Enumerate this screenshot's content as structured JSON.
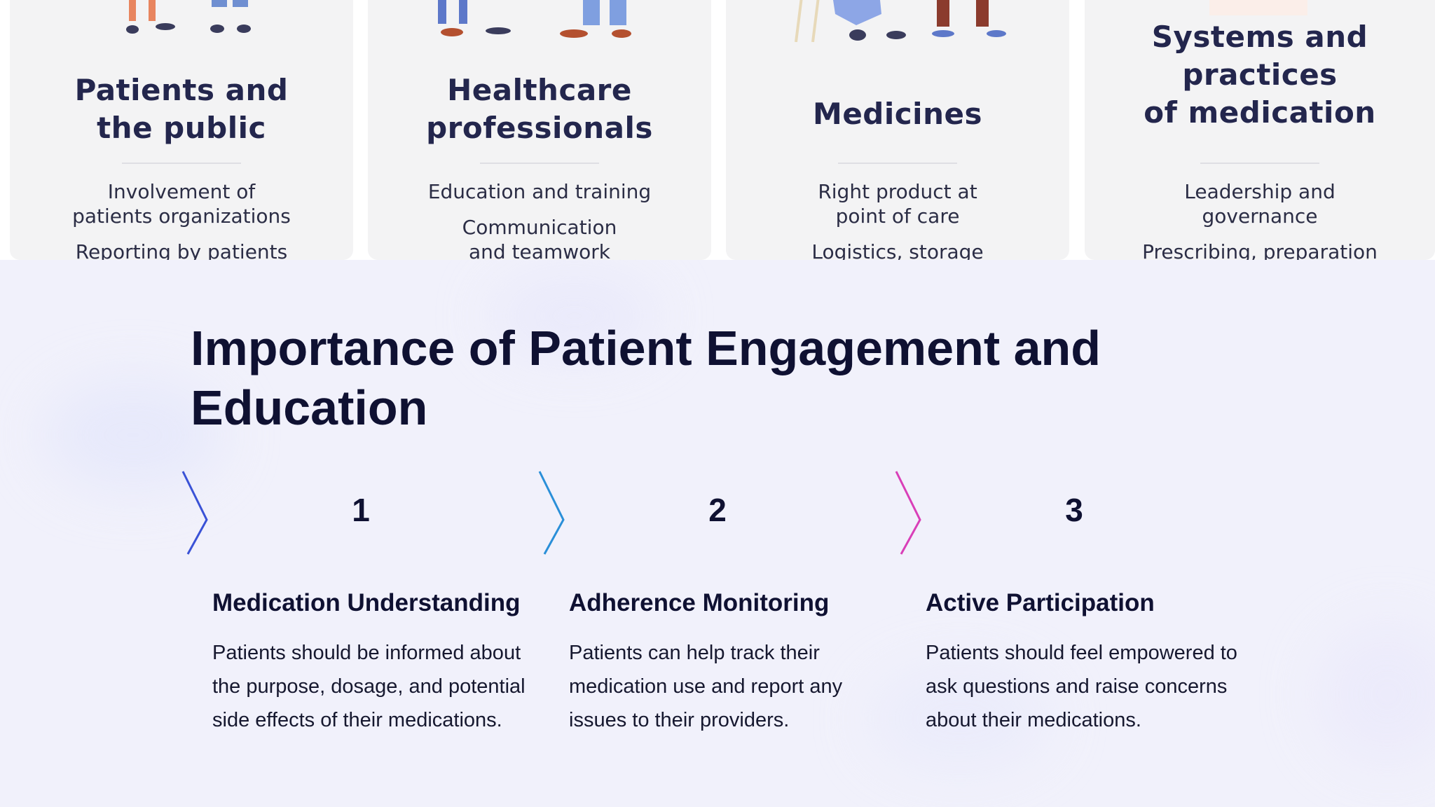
{
  "top_cards": [
    {
      "title_lines": [
        "Patients and",
        "the public"
      ],
      "items": [
        "Involvement of",
        "patients organizations",
        "Reporting by patients"
      ]
    },
    {
      "title_lines": [
        "Healthcare",
        "professionals"
      ],
      "items": [
        "Education and training",
        "Communication",
        "and teamwork"
      ]
    },
    {
      "title_lines": [
        "Medicines"
      ],
      "items": [
        "Right product at",
        "point of care",
        "Logistics, storage"
      ]
    },
    {
      "title_lines": [
        "Systems and",
        "practices",
        "of medication"
      ],
      "items": [
        "Leadership and",
        "governance",
        "Prescribing, preparation"
      ]
    }
  ],
  "slide": {
    "title": "Importance of Patient Engagement and Education",
    "colors": {
      "step1": "#3a52d6",
      "step2": "#2a8fd8",
      "step3": "#d93fb8"
    },
    "steps": [
      {
        "number": "1",
        "heading": "Medication Understanding",
        "body": "Patients should be informed about the purpose, dosage, and potential side effects of their medications."
      },
      {
        "number": "2",
        "heading": "Adherence Monitoring",
        "body": "Patients can help track their medication use and report any issues to their providers."
      },
      {
        "number": "3",
        "heading": "Active Participation",
        "body": "Patients should feel empowered to ask questions and raise concerns about their medications."
      }
    ]
  }
}
